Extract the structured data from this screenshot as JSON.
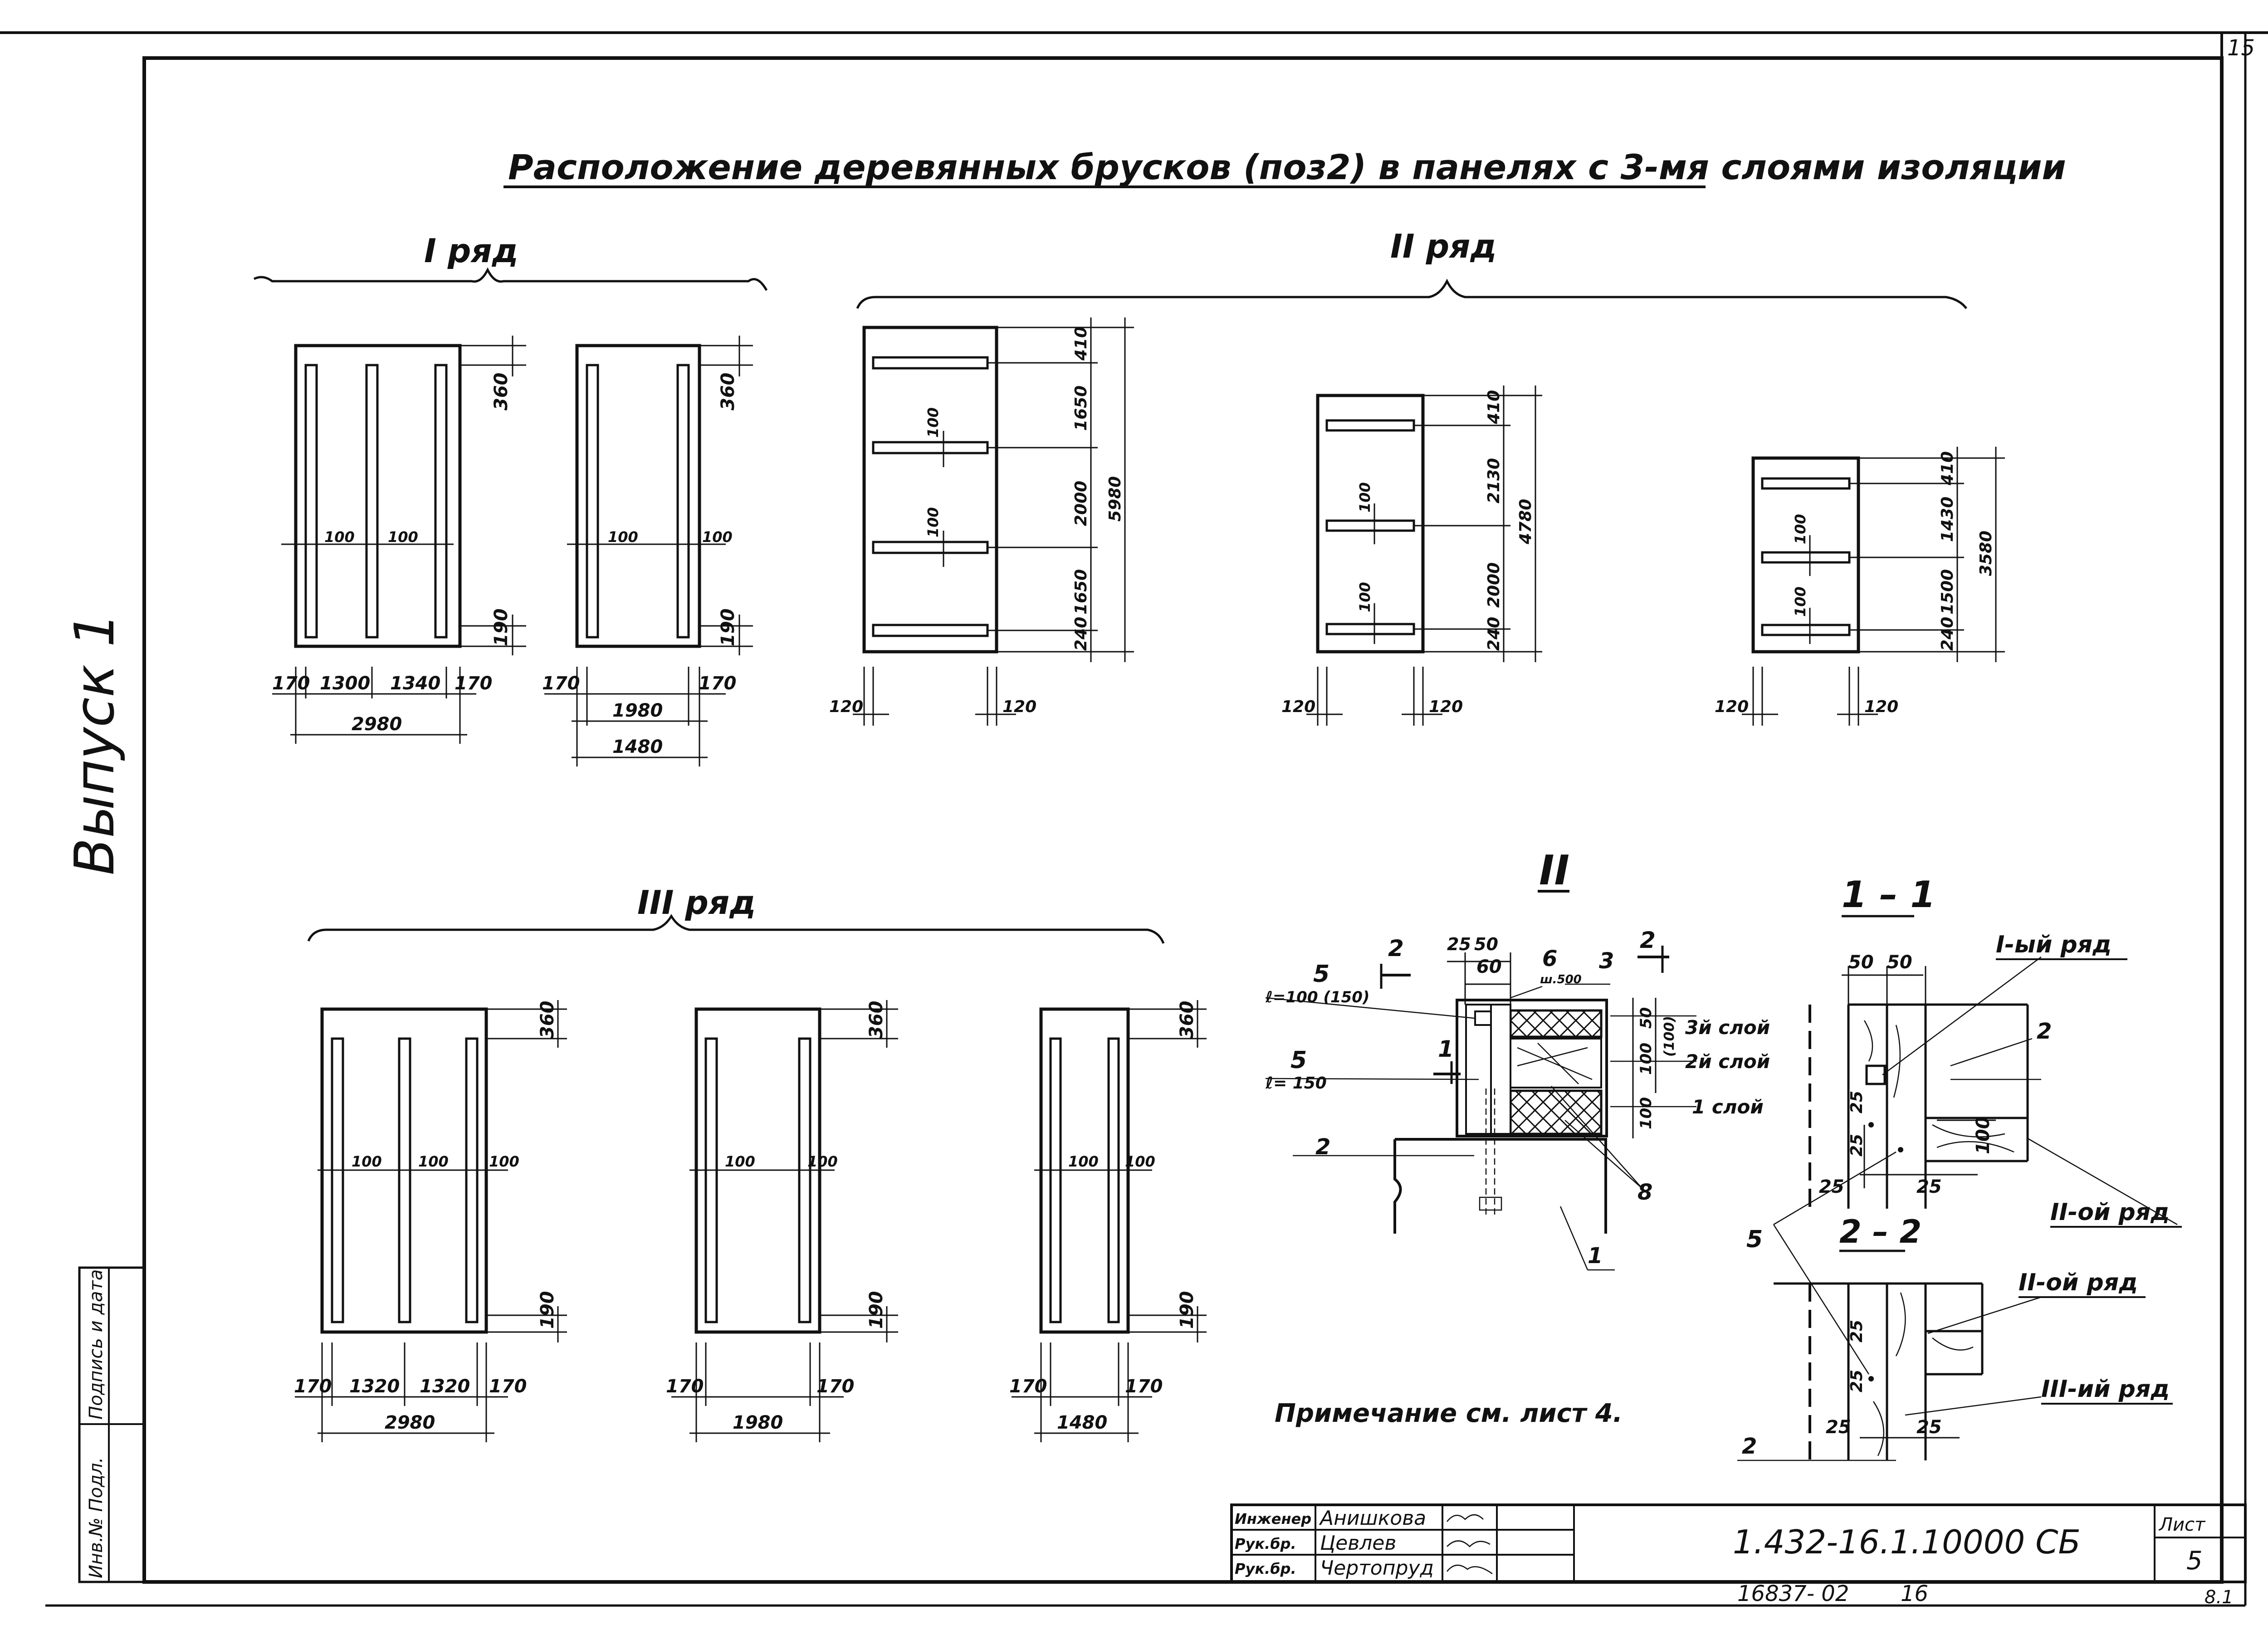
{
  "sheet_corner": "15",
  "title": "Расположение деревянных брусков (поз2) в панелях с 3-мя слоями изоляции",
  "side_label": "Выпуск 1",
  "stamp_vertical": {
    "inv": "Инв.№ Подл.",
    "sign": "Подпись и дата"
  },
  "row1": {
    "label": "I ряд",
    "panel_a": {
      "d_top": "360",
      "d_bot": "190",
      "w_100a": "100",
      "w_100b": "100",
      "b": [
        "170",
        "1300",
        "1340",
        "170"
      ],
      "total": "2980"
    },
    "panel_b": {
      "d_top": "360",
      "d_bot": "190",
      "w_100a": "100",
      "w_100b": "100",
      "b": [
        "170",
        "170"
      ],
      "mid": "1980",
      "total": "1480"
    }
  },
  "row2": {
    "label": "II ряд",
    "panel_a": {
      "dims": [
        "410",
        "1650",
        "2000",
        "1650",
        "240"
      ],
      "total": "5980",
      "w": [
        "100",
        "100"
      ],
      "edge": [
        "120",
        "120"
      ]
    },
    "panel_b": {
      "dims": [
        "410",
        "2130",
        "2000",
        "240"
      ],
      "total": "4780",
      "w": [
        "100",
        "100"
      ],
      "edge": [
        "120",
        "120"
      ]
    },
    "panel_c": {
      "dims": [
        "410",
        "1430",
        "1500",
        "240"
      ],
      "total": "3580",
      "w": [
        "100",
        "100"
      ],
      "edge": [
        "120",
        "120"
      ]
    }
  },
  "row3": {
    "label": "III ряд",
    "panel_a": {
      "d_top": "360",
      "d_bot": "190",
      "w": [
        "100",
        "100",
        "100"
      ],
      "b": [
        "170",
        "1320",
        "1320",
        "170"
      ],
      "total": "2980"
    },
    "panel_b": {
      "d_top": "360",
      "d_bot": "190",
      "w": [
        "100",
        "100"
      ],
      "b": [
        "170",
        "170"
      ],
      "total": "1980"
    },
    "panel_c": {
      "d_top": "360",
      "d_bot": "190",
      "w": [
        "100",
        "100"
      ],
      "b": [
        "170",
        "170"
      ],
      "total": "1480"
    }
  },
  "detail_ii": {
    "title": "II",
    "cut2": "2",
    "cut1": "1",
    "d25": "25",
    "d50": "50",
    "d60": "60",
    "p5a": "5",
    "l5a": "ℓ=100 (150)",
    "p5b": "5",
    "l5b": "ℓ= 150",
    "p6": "6",
    "sh": "ш.500",
    "p3": "3",
    "d50b": "50",
    "d100a": "100",
    "d100p": "(100)",
    "d100b": "100",
    "layer3": "3й слой",
    "layer2": "2й слой",
    "layer1": "1 слой",
    "p2": "2",
    "p8": "8",
    "p1": "1"
  },
  "section_11": {
    "title": "1 – 1",
    "d50a": "50",
    "d50b": "50",
    "row1": "I-ый ряд",
    "p2": "2",
    "d25a": "25",
    "d25b": "25",
    "d100": "100",
    "d25c": "25",
    "d25d": "25",
    "row2": "II-ой ряд"
  },
  "section_22": {
    "title": "2 – 2",
    "p5": "5",
    "row2": "II-ой ряд",
    "d25a": "25",
    "d25b": "25",
    "d25c": "25",
    "d25d": "25",
    "row3": "III-ий ряд",
    "p2": "2"
  },
  "note": "Примечание см. лист 4.",
  "stamp": {
    "rows": [
      {
        "role": "Инженер",
        "name": "Анишкова"
      },
      {
        "role": "Рук.бр.",
        "name": "Цевлев"
      },
      {
        "role": "Рук.бр.",
        "name": "Чертопруд"
      }
    ],
    "doc": "1.432-16.1.10000 СБ",
    "sheet_label": "Лист",
    "sheet_no": "5",
    "archive": "16837- 02",
    "archive_b": "16",
    "fmt": "8.1"
  }
}
